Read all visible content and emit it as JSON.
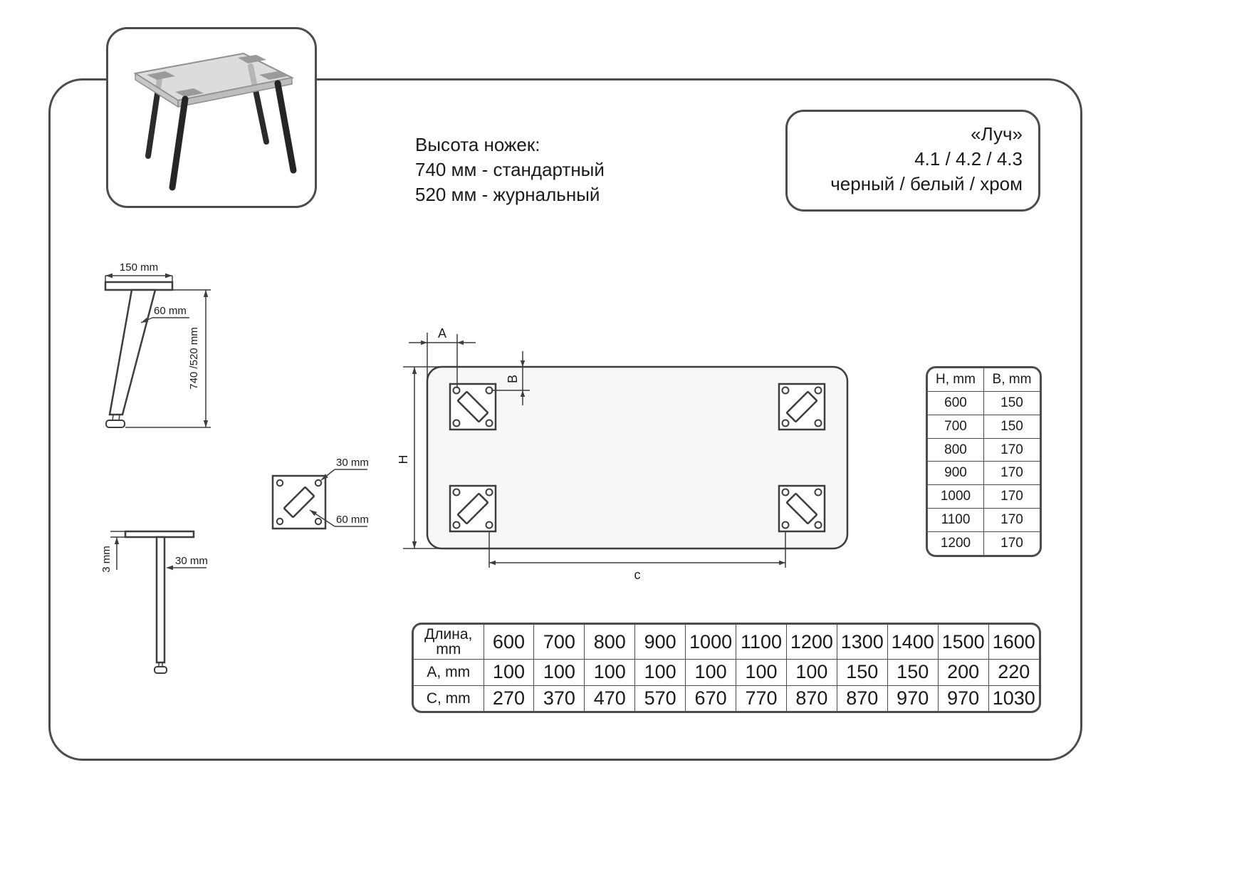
{
  "info": {
    "height_title": "Высота ножек:",
    "height_standard": "740 мм - стандартный",
    "height_coffee": "520 мм - журнальный"
  },
  "badge": {
    "name": "«Луч»",
    "models": "4.1 / 4.2 / 4.3",
    "colors": "черный / белый / хром"
  },
  "leg_side_drawing": {
    "plate_width": "150 mm",
    "leg_size": "60 mm",
    "leg_height": "740 /520 mm"
  },
  "plate_drawing": {
    "hole_offset": "30 mm",
    "leg_size": "60 mm"
  },
  "thin_leg_drawing": {
    "plate_thickness": "3 mm",
    "leg_diameter": "30 mm"
  },
  "tabletop_drawing": {
    "dim_a": "A",
    "dim_b": "B",
    "dim_h": "H",
    "dim_c": "c"
  },
  "hb_table": {
    "headers": [
      "H, mm",
      "B, mm"
    ],
    "h_values": [
      "600",
      "700",
      "800",
      "900",
      "1000",
      "1100",
      "1200"
    ],
    "b_values": [
      "150",
      "150",
      "170",
      "170",
      "170",
      "170",
      "170"
    ]
  },
  "size_table": {
    "length_label_line1": "Длина,",
    "length_label_line2": "mm",
    "a_label": "A, mm",
    "c_label": "C, mm",
    "lengths": [
      "600",
      "700",
      "800",
      "900",
      "1000",
      "1100",
      "1200",
      "1300",
      "1400",
      "1500",
      "1600"
    ],
    "a_values": [
      "100",
      "100",
      "100",
      "100",
      "100",
      "100",
      "100",
      "150",
      "150",
      "200",
      "220"
    ],
    "c_values": [
      "270",
      "370",
      "470",
      "570",
      "670",
      "770",
      "870",
      "870",
      "970",
      "970",
      "1030"
    ]
  }
}
